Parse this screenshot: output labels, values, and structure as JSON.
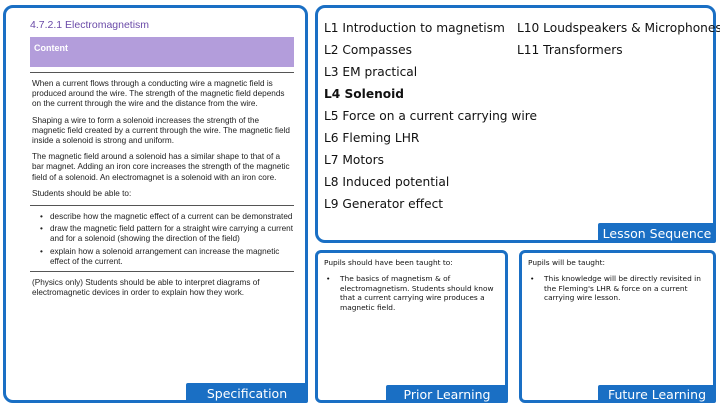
{
  "specification": {
    "title": "4.7.2.1 Electromagnetism",
    "content_header": "Content",
    "paragraphs": [
      "When a current flows through a conducting wire a magnetic field is produced around the wire. The strength of the magnetic field depends on the current through the wire and the distance from the wire.",
      "Shaping a wire to form a solenoid increases the strength of the magnetic field created by a current through the wire. The magnetic field inside a solenoid is strong and uniform.",
      "The magnetic field around a solenoid has a similar shape to that of a bar magnet. Adding an iron core increases the strength of the magnetic field of a solenoid. An electromagnet is a solenoid with an iron core.",
      "Students should be able to:"
    ],
    "bullets": [
      "describe how the magnetic effect of a current can be demonstrated",
      "draw the magnetic field pattern for a straight wire carrying a current and for a solenoid (showing the direction of the field)",
      "explain how a solenoid arrangement can increase the magnetic effect of the current."
    ],
    "footer_text": "(Physics only) Students should be able to interpret diagrams of electromagnetic devices in order to explain how they work.",
    "label": "Specification"
  },
  "lesson_sequence": {
    "label": "Lesson Sequence",
    "column1": [
      "L1 Introduction to magnetism",
      "L2 Compasses",
      "L3 EM practical",
      "L4 Solenoid",
      "L5 Force on a current carrying wire",
      "L6 Fleming LHR",
      "L7 Motors",
      "L8 Induced potential",
      "L9 Generator effect"
    ],
    "column2": [
      "L10 Loudspeakers & Microphones",
      "L11 Transformers"
    ],
    "current_lesson": "L4 Solenoid"
  },
  "prior_learning": {
    "heading": "Pupils should have been taught to:",
    "bullet": "The basics of magnetism & of electromagnetism. Students should know that a current carrying wire produces a magnetic field.",
    "label": "Prior Learning"
  },
  "future_learning": {
    "heading": "Pupils will be taught:",
    "bullet": "This knowledge will be directly revisited in the Fleming's LHR & force on a current carrying wire lesson.",
    "label": "Future Learning"
  },
  "colors": {
    "border": "#1a6fc4",
    "label_bg": "#1a6fc4",
    "content_bar": "#b39ddb",
    "title_text": "#6a4aa8"
  }
}
